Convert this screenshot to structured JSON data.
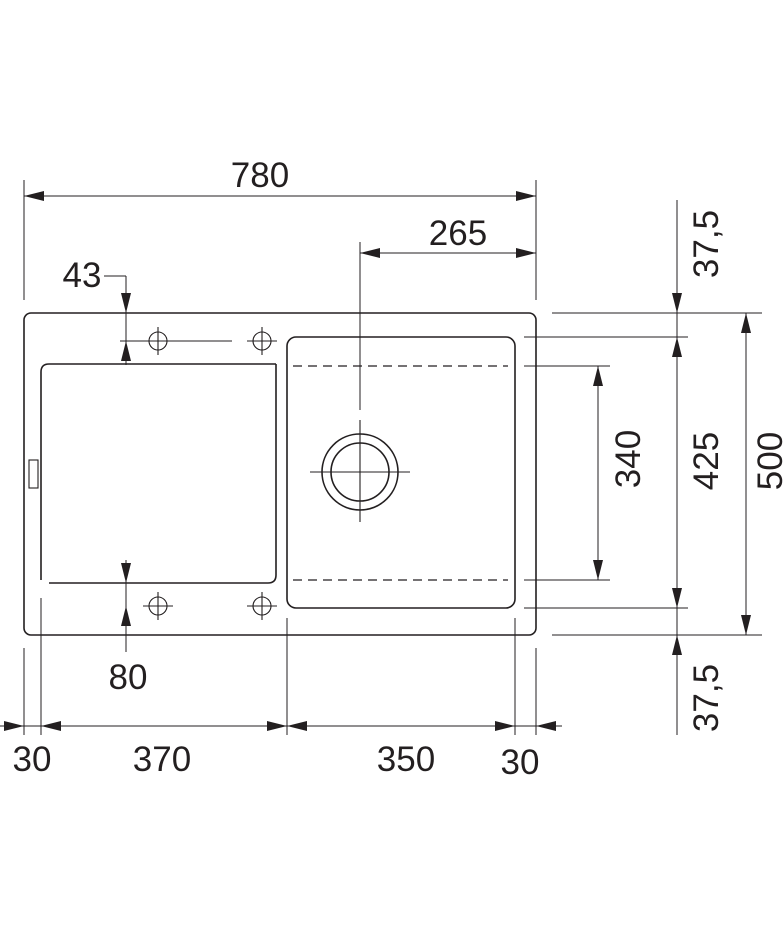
{
  "diagram": {
    "labels": {
      "overall_width": "780",
      "bowl_center_offset": "265",
      "top_margin_right": "37,5",
      "tap_hole_offset": "43",
      "bowl_inner_depth": "340",
      "bowl_outer_depth": "425",
      "overall_depth": "500",
      "drainer_hole_offset": "80",
      "bottom_margin_right": "37,5",
      "left_rim": "30",
      "drainer_width": "370",
      "bowl_width": "350",
      "right_rim": "30"
    },
    "colors": {
      "ink": "#231f20",
      "background": "#ffffff"
    },
    "icons": {
      "tap_hole": "crosshair-circle",
      "drain": "concentric-circles"
    }
  }
}
